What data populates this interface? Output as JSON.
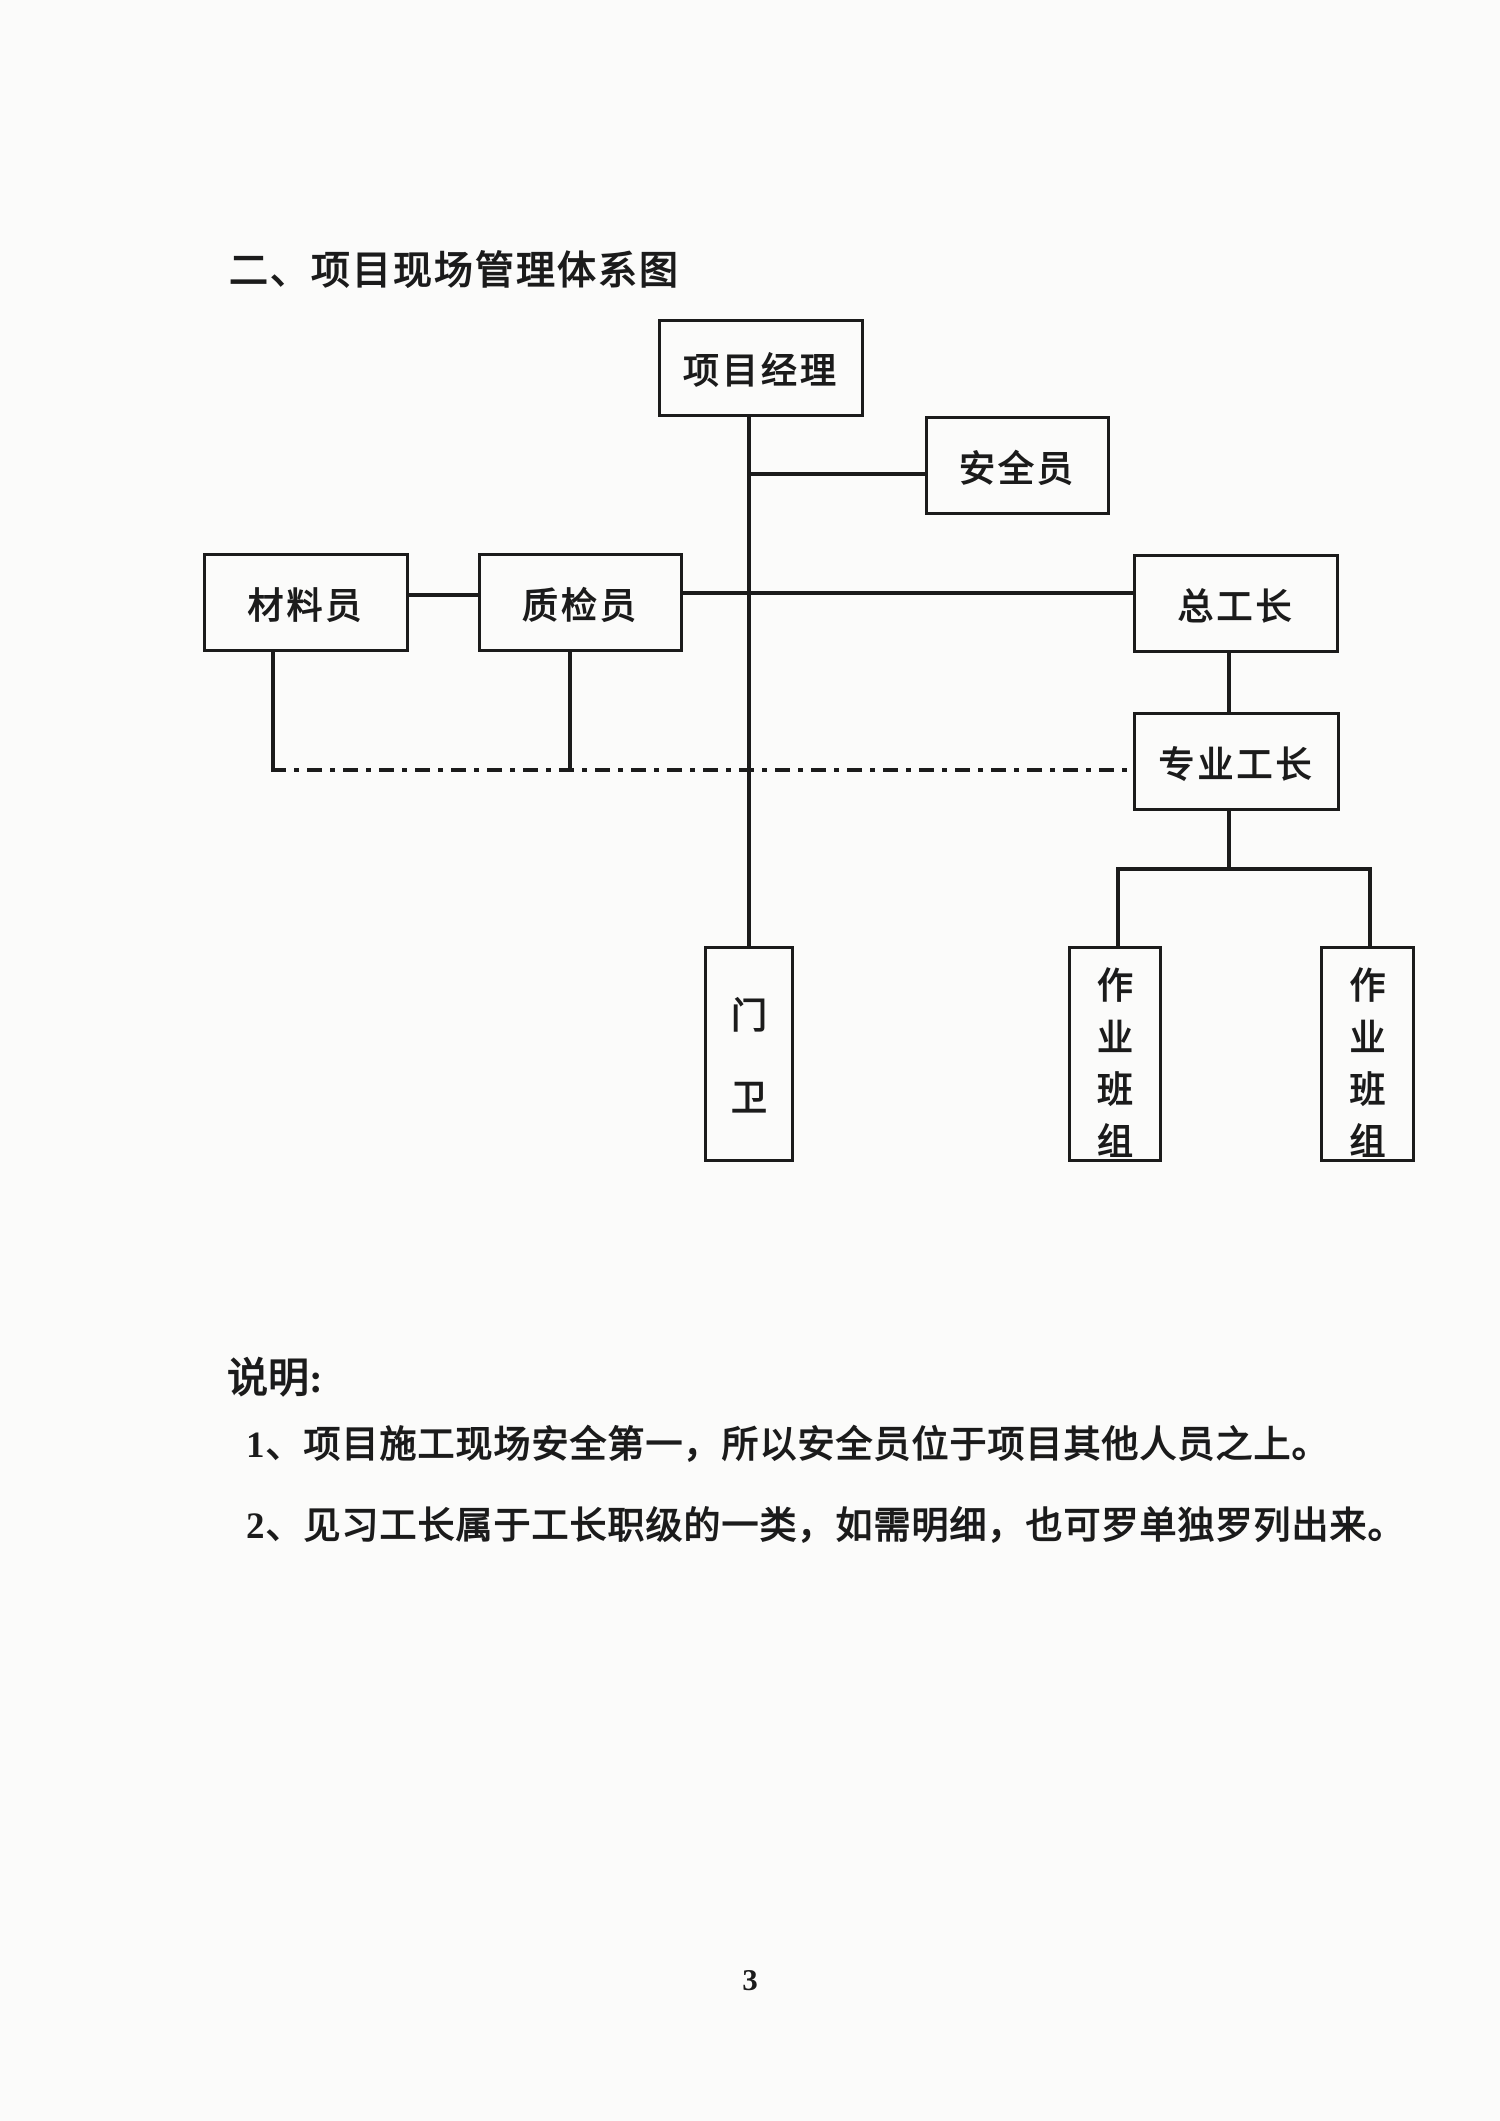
{
  "page": {
    "title": "二、项目现场管理体系图",
    "notes_heading": "说明:",
    "notes": [
      "1、项目施工现场安全第一，所以安全员位于项目其他人员之上。",
      "2、见习工长属于工长职级的一类，如需明细，也可罗单独罗列出来。"
    ],
    "page_number": "3"
  },
  "diagram": {
    "type": "org-chart",
    "nodes": [
      {
        "id": "project-manager",
        "label": "项目经理",
        "orientation": "horizontal"
      },
      {
        "id": "safety-officer",
        "label": "安全员",
        "orientation": "horizontal"
      },
      {
        "id": "material-clerk",
        "label": "材料员",
        "orientation": "horizontal"
      },
      {
        "id": "quality-inspector",
        "label": "质检员",
        "orientation": "horizontal"
      },
      {
        "id": "chief-foreman",
        "label": "总工长",
        "orientation": "horizontal"
      },
      {
        "id": "specialty-foreman",
        "label": "专业工长",
        "orientation": "horizontal"
      },
      {
        "id": "gate-guard",
        "label": "门卫",
        "orientation": "vertical"
      },
      {
        "id": "work-team-left",
        "label": "作业班组",
        "orientation": "vertical"
      },
      {
        "id": "work-team-right",
        "label": "作业班组",
        "orientation": "vertical"
      }
    ],
    "edges": [
      {
        "from": "project-manager",
        "to": "safety-officer",
        "style": "solid"
      },
      {
        "from": "project-manager",
        "to": "gate-guard",
        "style": "solid"
      },
      {
        "from": "material-clerk",
        "to": "quality-inspector",
        "style": "solid"
      },
      {
        "from": "quality-inspector",
        "to": "chief-foreman",
        "style": "solid"
      },
      {
        "from": "chief-foreman",
        "to": "specialty-foreman",
        "style": "solid"
      },
      {
        "from": "specialty-foreman",
        "to": "work-team-left",
        "style": "solid"
      },
      {
        "from": "specialty-foreman",
        "to": "work-team-right",
        "style": "solid"
      },
      {
        "from": "material-clerk",
        "to": "specialty-foreman",
        "style": "dash-dot"
      },
      {
        "from": "quality-inspector",
        "to": "specialty-foreman",
        "style": "dash-dot"
      }
    ]
  },
  "colors": {
    "ink": "#1b1b1b",
    "paper": "#fbfbfa"
  }
}
